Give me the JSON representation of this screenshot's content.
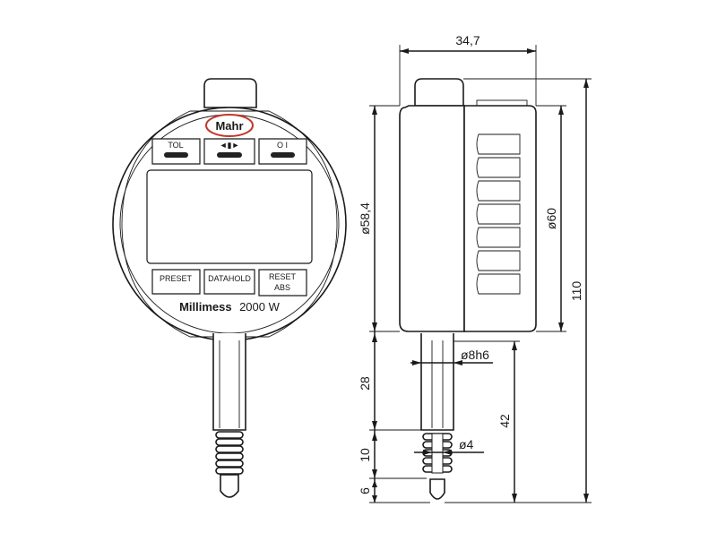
{
  "gauge": {
    "brand": "Mahr",
    "model_bold": "Millimess",
    "model_rest": "2000 W",
    "buttons": {
      "tol": "TOL",
      "mode": "◄▮►",
      "power": "O I",
      "preset": "PRESET",
      "datahold": "DATAHOLD",
      "reset_line1": "RESET",
      "reset_line2": "ABS"
    }
  },
  "dimensions": {
    "depth": "34,7",
    "housing_diameter": "ø58,4",
    "bezel_diameter": "ø60",
    "overall_height": "110",
    "stem_diameter": "ø8h6",
    "stem_length": "28",
    "spindle_length": "42",
    "spindle_diameter": "ø4",
    "travel": "10",
    "tip": "6"
  }
}
